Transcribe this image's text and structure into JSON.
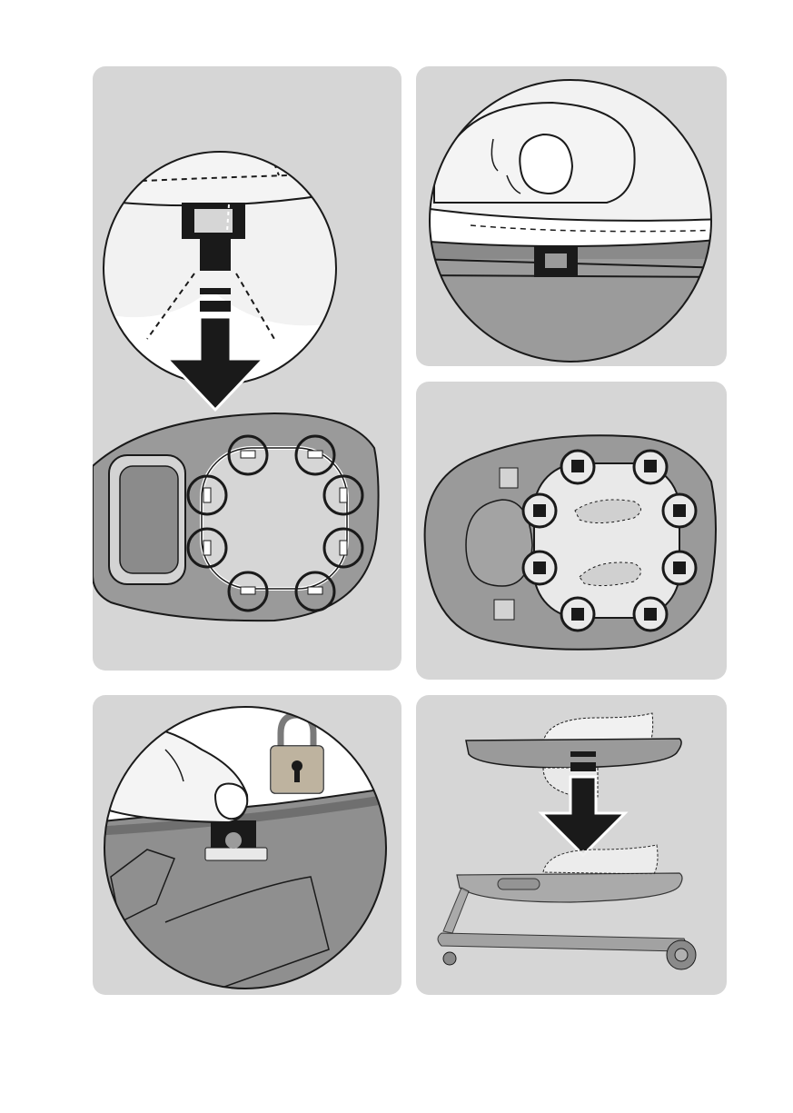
{
  "panels": [
    {
      "id": "step-1",
      "content": "seat-fabric-clip-detail-and-tray-clip-positions"
    },
    {
      "id": "step-2",
      "content": "fabric-tucked-over-clip"
    },
    {
      "id": "step-3",
      "content": "tray-underside-clip-positions"
    },
    {
      "id": "step-4",
      "content": "clip-locked"
    },
    {
      "id": "step-5",
      "content": "tray-lowered-onto-walker-base"
    }
  ],
  "icons": [
    "arrow-down-icon",
    "padlock-icon",
    "finger-hand-icon"
  ],
  "colors": {
    "panel_bg": "#d6d6d6",
    "dark_gray": "#8c8c8c",
    "mid_gray": "#a9a9a9",
    "light_fill": "#eeeeee",
    "black": "#1a1a1a"
  },
  "clip_counts": {
    "step_1": 8,
    "step_3": 8
  }
}
